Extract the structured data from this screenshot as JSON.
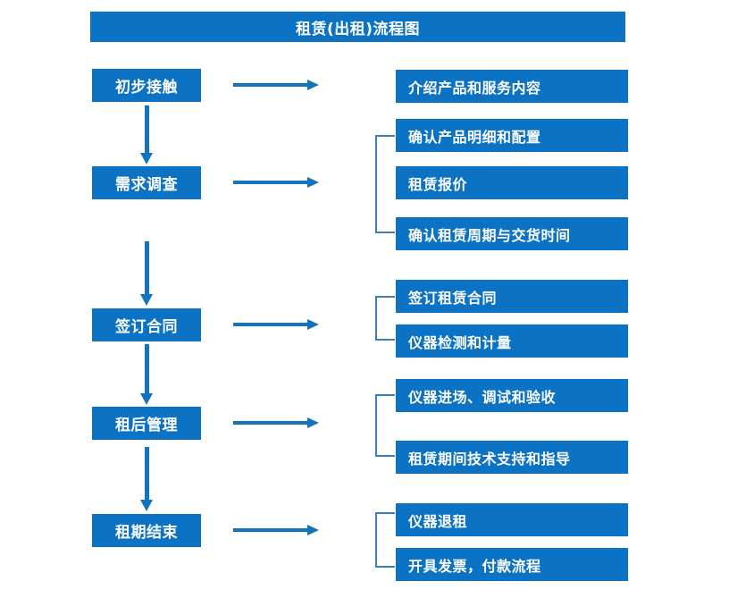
{
  "diagram": {
    "title": "租赁(出租)流程图",
    "accent_color": "#0B72C4",
    "arrow_color": "#1273BE",
    "bracket_color": "#3A7FC0",
    "text_color": "#FFFFFF",
    "background_color": "#FFFFFF"
  },
  "stages": [
    {
      "label": "初步接触"
    },
    {
      "label": "需求调查"
    },
    {
      "label": "签订合同"
    },
    {
      "label": "租后管理"
    },
    {
      "label": "租期结束"
    }
  ],
  "details": [
    {
      "label": "介绍产品和服务内容"
    },
    {
      "label": "确认产品明细和配置"
    },
    {
      "label": "租赁报价"
    },
    {
      "label": "确认租赁周期与交货时间"
    },
    {
      "label": "签订租赁合同"
    },
    {
      "label": "仪器检测和计量"
    },
    {
      "label": "仪器进场、调试和验收"
    },
    {
      "label": "租赁期间技术支持和指导"
    },
    {
      "label": "仪器退租"
    },
    {
      "label": "开具发票，付款流程"
    }
  ]
}
